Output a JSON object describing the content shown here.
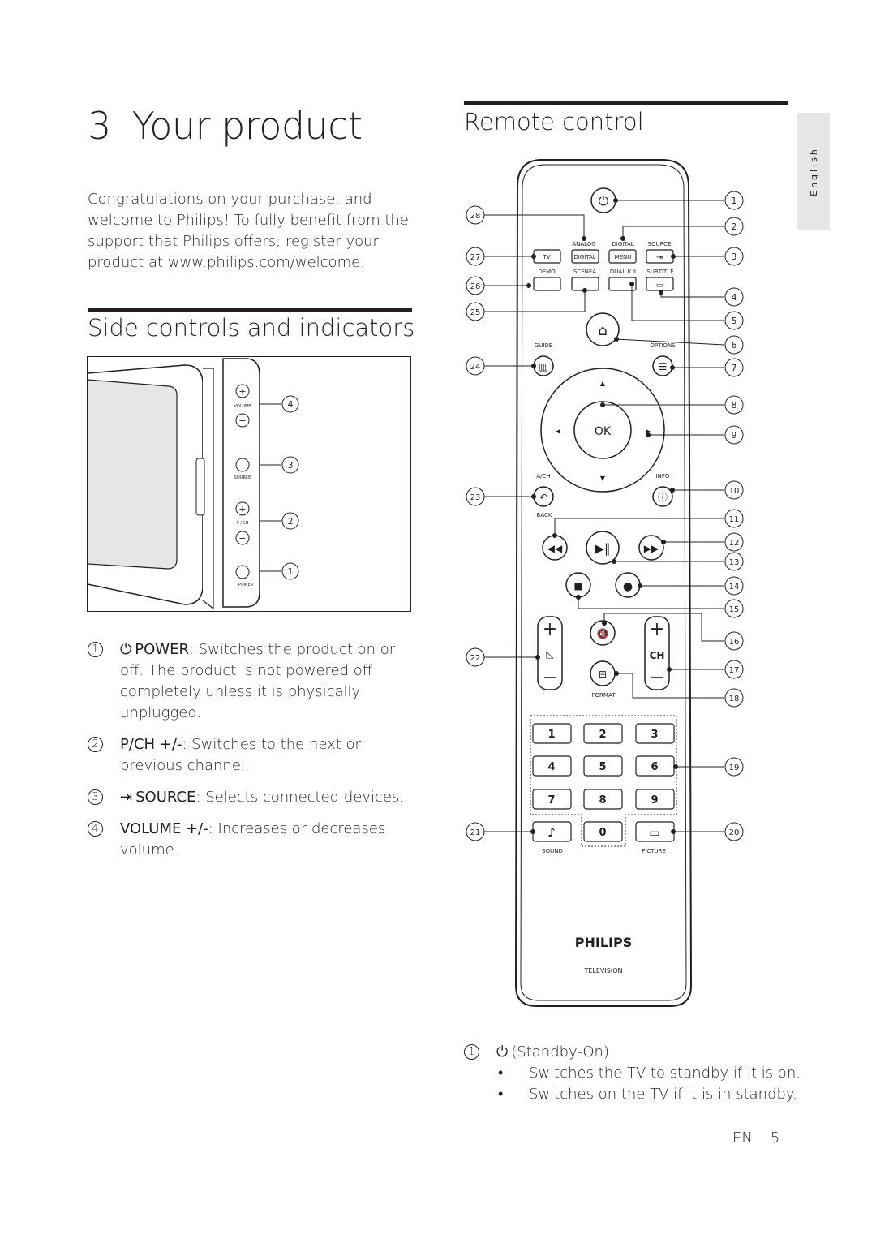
{
  "chapter": {
    "number": "3",
    "title": "Your product"
  },
  "intro": "Congratulations on your purchase, and welcome to Philips! To fully benefit from the support that Philips offers; register your product at www.philips.com/welcome.",
  "side_section": {
    "title": "Side controls and indicators",
    "figure_labels": {
      "volume": "VOLUME",
      "source": "SOURCE",
      "pch": "P / CH",
      "power": "POWER"
    },
    "callouts": [
      "4",
      "3",
      "2",
      "1"
    ],
    "items": [
      {
        "num": "1",
        "label": "POWER",
        "text": ": Switches the product on or off. The product is not powered off completely unless it is physically unplugged."
      },
      {
        "num": "2",
        "label": "P/CH +/-",
        "text": ": Switches to the next or previous channel."
      },
      {
        "num": "3",
        "label": "SOURCE",
        "text": ": Selects connected devices."
      },
      {
        "num": "4",
        "label": "VOLUME +/-",
        "text": ": Increases or decreases volume."
      }
    ]
  },
  "remote_section": {
    "title": "Remote control",
    "button_labels": {
      "analog": "ANALOG",
      "digital": "DIGITAL",
      "source": "SOURCE",
      "tv": "TV",
      "digital_btn": "DIGITAL",
      "menu": "MENU",
      "demo": "DEMO",
      "scenea": "SCENEA",
      "dual": "DUAL I/ II",
      "subtitle": "SUBTITLE",
      "guide": "GUIDE",
      "options": "OPTIONS",
      "ok": "OK",
      "ach": "A/CH",
      "info": "INFO",
      "back": "BACK",
      "ch": "CH",
      "format": "FORMAT",
      "sound": "SOUND",
      "picture": "PICTURE",
      "brand": "PHILIPS",
      "brand_sub": "TELEVISION"
    },
    "keypad": [
      "1",
      "2",
      "3",
      "4",
      "5",
      "6",
      "7",
      "8",
      "9",
      "0"
    ],
    "callouts_right": [
      "1",
      "2",
      "3",
      "4",
      "5",
      "6",
      "7",
      "8",
      "9",
      "10",
      "11",
      "12",
      "13",
      "14",
      "15",
      "16",
      "17",
      "18",
      "19",
      "20"
    ],
    "callouts_left": [
      "28",
      "27",
      "26",
      "25",
      "24",
      "23",
      "22",
      "21"
    ],
    "standby": {
      "num": "1",
      "label": "(Standby-On)",
      "bullets": [
        "Switches the TV to standby if it is on.",
        "Switches on the TV if it is in standby."
      ]
    }
  },
  "side_tab": "English",
  "footer": {
    "lang": "EN",
    "page": "5"
  }
}
